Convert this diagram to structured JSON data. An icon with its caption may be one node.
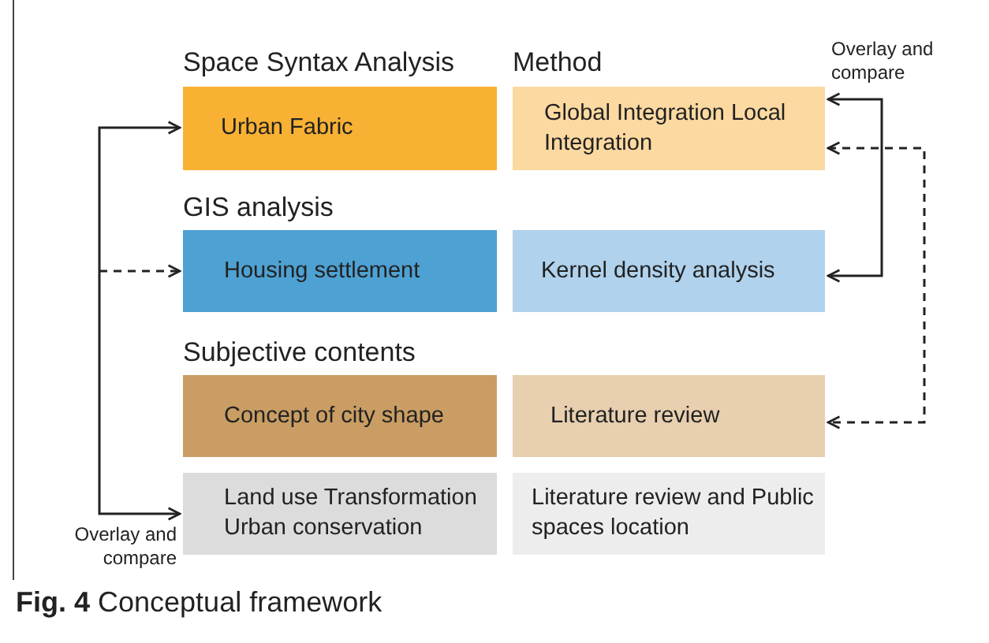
{
  "diagram": {
    "caption": "**Fig. 4** Conceptual framework",
    "nodes": [
      {
        "text": [
          "Urban Fabric"
        ]
      },
      {
        "text": [
          "Global Integration Local Integration"
        ]
      },
      {
        "text": [
          "Housing settlement"
        ]
      },
      {
        "text": [
          "Kernel density analysis"
        ]
      },
      {
        "text": [
          "Concept of city shape"
        ]
      },
      {
        "text": [
          "Literature review"
        ]
      },
      {
        "text": [
          "Land use Transformation Urban conservation"
        ]
      },
      {
        "text": [
          "Literature review and Public spaces location"
        ]
      }
    ],
    "edges": [
      {
        "from": 0,
        "to": 6,
        "arrow": "both"
      },
      {
        "from": null,
        "to": 2,
        "arrow": "to",
        "style": "dashed"
      },
      {
        "from": 1,
        "to": 3,
        "arrow": "both"
      },
      {
        "from": 1,
        "to": 5,
        "arrow": "both",
        "style": "dashed"
      }
    ],
    "labels": [
      "Space Syntax Analysis",
      "Method",
      "Overlay and compare",
      "GIS analysis",
      "Subjective contents",
      "Overlay and compare"
    ]
  }
}
